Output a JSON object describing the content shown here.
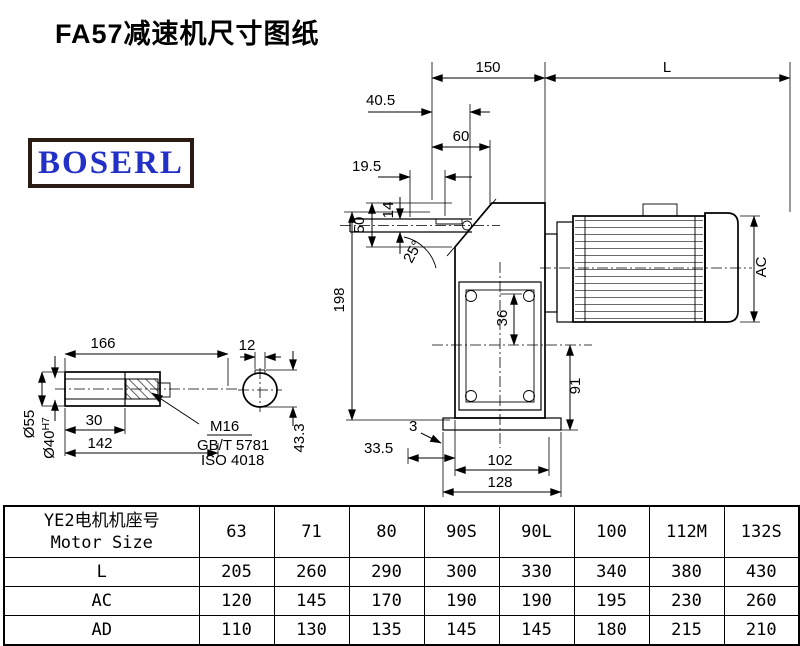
{
  "title": "FA57减速机尺寸图纸",
  "logo": "BOSERL",
  "drawing": {
    "d150": "150",
    "dL": "L",
    "d40_5": "40.5",
    "d60": "60",
    "d19_5": "19.5",
    "d50": "50",
    "d14": "14",
    "angle25": "25°",
    "d198": "198",
    "d36": "36",
    "dAC": "AC",
    "d91": "91",
    "d3": "3",
    "d33_5": "33.5",
    "d102": "102",
    "d128": "128",
    "d166": "166",
    "d12": "12",
    "d30": "30",
    "d142": "142",
    "dia55": "Ø55",
    "dia40": "Ø40",
    "dia40_tol": "H7",
    "m16": "M16",
    "gbt": "GB/T 5781",
    "iso": "ISO 4018",
    "d43_3": "43.3"
  },
  "table": {
    "header_cn": "YE2电机机座号",
    "header_en": "Motor Size",
    "sizes": [
      "63",
      "71",
      "80",
      "90S",
      "90L",
      "100",
      "112M",
      "132S"
    ],
    "rows": [
      {
        "label": "L",
        "values": [
          "205",
          "260",
          "290",
          "300",
          "330",
          "340",
          "380",
          "430"
        ]
      },
      {
        "label": "AC",
        "values": [
          "120",
          "145",
          "170",
          "190",
          "190",
          "195",
          "230",
          "260"
        ]
      },
      {
        "label": "AD",
        "values": [
          "110",
          "130",
          "135",
          "145",
          "145",
          "180",
          "215",
          "210"
        ]
      }
    ]
  }
}
